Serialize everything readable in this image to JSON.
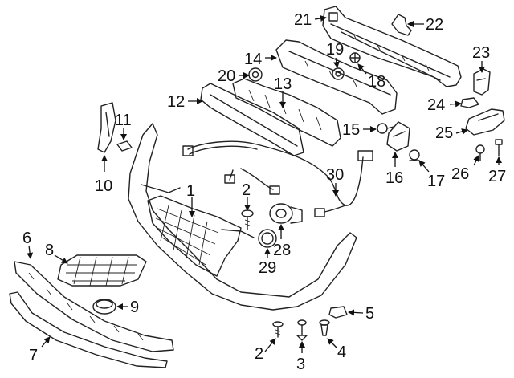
{
  "callouts": [
    {
      "id": "c1",
      "label": "1"
    },
    {
      "id": "c2a",
      "label": "2"
    },
    {
      "id": "c2b",
      "label": "2"
    },
    {
      "id": "c3",
      "label": "3"
    },
    {
      "id": "c4",
      "label": "4"
    },
    {
      "id": "c5",
      "label": "5"
    },
    {
      "id": "c6",
      "label": "6"
    },
    {
      "id": "c7",
      "label": "7"
    },
    {
      "id": "c8",
      "label": "8"
    },
    {
      "id": "c9",
      "label": "9"
    },
    {
      "id": "c10",
      "label": "10"
    },
    {
      "id": "c11",
      "label": "11"
    },
    {
      "id": "c12",
      "label": "12"
    },
    {
      "id": "c13",
      "label": "13"
    },
    {
      "id": "c14",
      "label": "14"
    },
    {
      "id": "c15",
      "label": "15"
    },
    {
      "id": "c16",
      "label": "16"
    },
    {
      "id": "c17",
      "label": "17"
    },
    {
      "id": "c18",
      "label": "18"
    },
    {
      "id": "c19",
      "label": "19"
    },
    {
      "id": "c20",
      "label": "20"
    },
    {
      "id": "c21",
      "label": "21"
    },
    {
      "id": "c22",
      "label": "22"
    },
    {
      "id": "c23",
      "label": "23"
    },
    {
      "id": "c24",
      "label": "24"
    },
    {
      "id": "c25",
      "label": "25"
    },
    {
      "id": "c26",
      "label": "26"
    },
    {
      "id": "c27",
      "label": "27"
    },
    {
      "id": "c28",
      "label": "28"
    },
    {
      "id": "c29",
      "label": "29"
    },
    {
      "id": "c30",
      "label": "30"
    }
  ]
}
